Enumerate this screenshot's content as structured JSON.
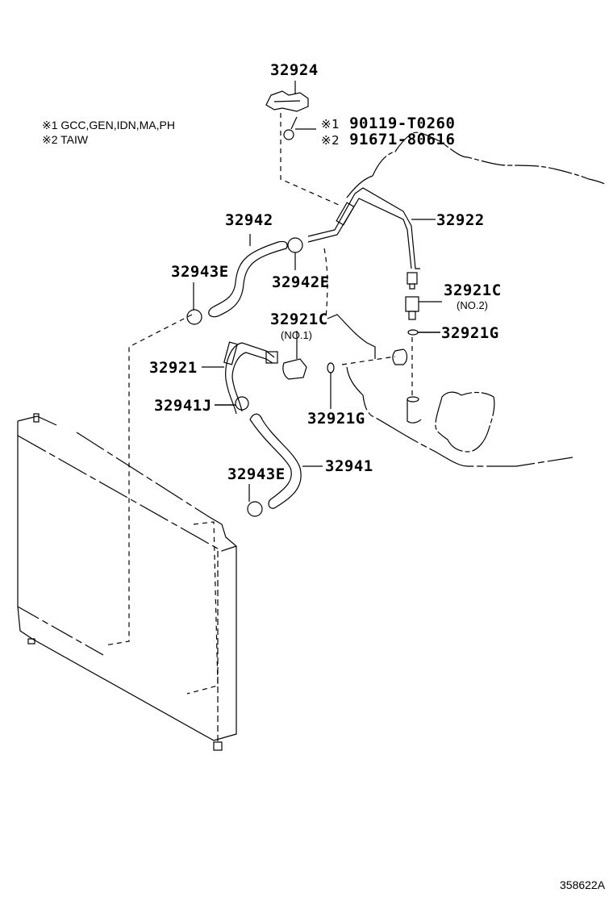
{
  "diagram": {
    "illustration_number": "358622A",
    "notes": [
      {
        "mark": "※1",
        "text": "GCC,GEN,IDN,MA,PH"
      },
      {
        "mark": "※2",
        "text": "TAIW"
      }
    ],
    "fasteners": [
      {
        "mark": "※1",
        "part_number": "90119-T0260"
      },
      {
        "mark": "※2",
        "part_number": "91671-80616"
      }
    ],
    "parts": {
      "bracket": "32924",
      "tube_upper": "32922",
      "hose_upper": "32942",
      "clamp_upper": "32942E",
      "clamp_radiator_upper": "32943E",
      "union_no2": "32921C",
      "union_no2_note": "(NO.2)",
      "gasket_no2": "32921G",
      "union_no1": "32921C",
      "union_no1_note": "(NO.1)",
      "tube_lower": "32921",
      "clamp_lower": "32941J",
      "gasket_no1": "32921G",
      "hose_lower": "32941",
      "clamp_radiator_lower": "32943E"
    }
  }
}
